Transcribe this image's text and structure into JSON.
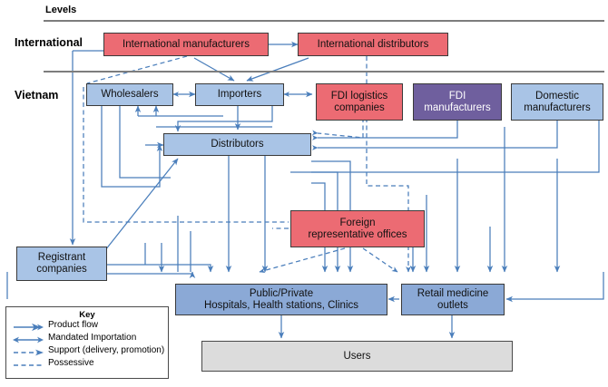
{
  "figure": {
    "title_column_header": "Levels",
    "levels": [
      {
        "name": "level-international",
        "label": "International"
      },
      {
        "name": "level-vietnam",
        "label": "Vietnam"
      }
    ]
  },
  "nodes": {
    "international_manufacturers": {
      "label": "International manufacturers",
      "color": "#ec6b73"
    },
    "international_distributors": {
      "label": "International distributors",
      "color": "#ec6b73"
    },
    "wholesalers": {
      "label": "Wholesalers",
      "color": "#8ba9d6"
    },
    "importers": {
      "label": "Importers",
      "color": "#8ba9d6"
    },
    "fdi_logistics_companies": {
      "label": "FDI logistics\ncompanies",
      "line1": "FDI logistics",
      "line2": "companies",
      "color": "#ec6b73"
    },
    "fdi_manufacturers": {
      "line1": "FDI",
      "line2": "manufacturers",
      "color": "#6f5f9e"
    },
    "domestic_manufacturers": {
      "line1": "Domestic",
      "line2": "manufacturers",
      "color": "#a9c4e6"
    },
    "distributors": {
      "label": "Distributors",
      "color": "#8ba9d6"
    },
    "registrant_companies": {
      "line1": "Registrant",
      "line2": "companies",
      "color": "#8ba9d6"
    },
    "foreign_representative_offices": {
      "line1": "Foreign",
      "line2": "representative offices",
      "color": "#ec6b73"
    },
    "public_private_hospitals": {
      "line1": "Public/Private",
      "line2": "Hospitals, Health stations, Clinics",
      "color": "#8ba9d6"
    },
    "retail_medicine_outlets": {
      "line1": "Retail medicine",
      "line2": "outlets",
      "color": "#8ba9d6"
    },
    "users": {
      "label": "Users",
      "color": "#dcdcdc"
    }
  },
  "legend": {
    "title": "Key",
    "items": [
      {
        "label": "Product flow",
        "style": "solid-arrow"
      },
      {
        "label": "Mandated Importation",
        "style": "solid-double-arrow"
      },
      {
        "label": "Support (delivery, promotion)",
        "style": "dashed-arrow"
      },
      {
        "label": "Possessive",
        "style": "dashed-line"
      }
    ]
  },
  "colors": {
    "flow_line": "#4a7ebb",
    "rule": "#7d7d7d",
    "node_border": "#3a3a3a"
  }
}
